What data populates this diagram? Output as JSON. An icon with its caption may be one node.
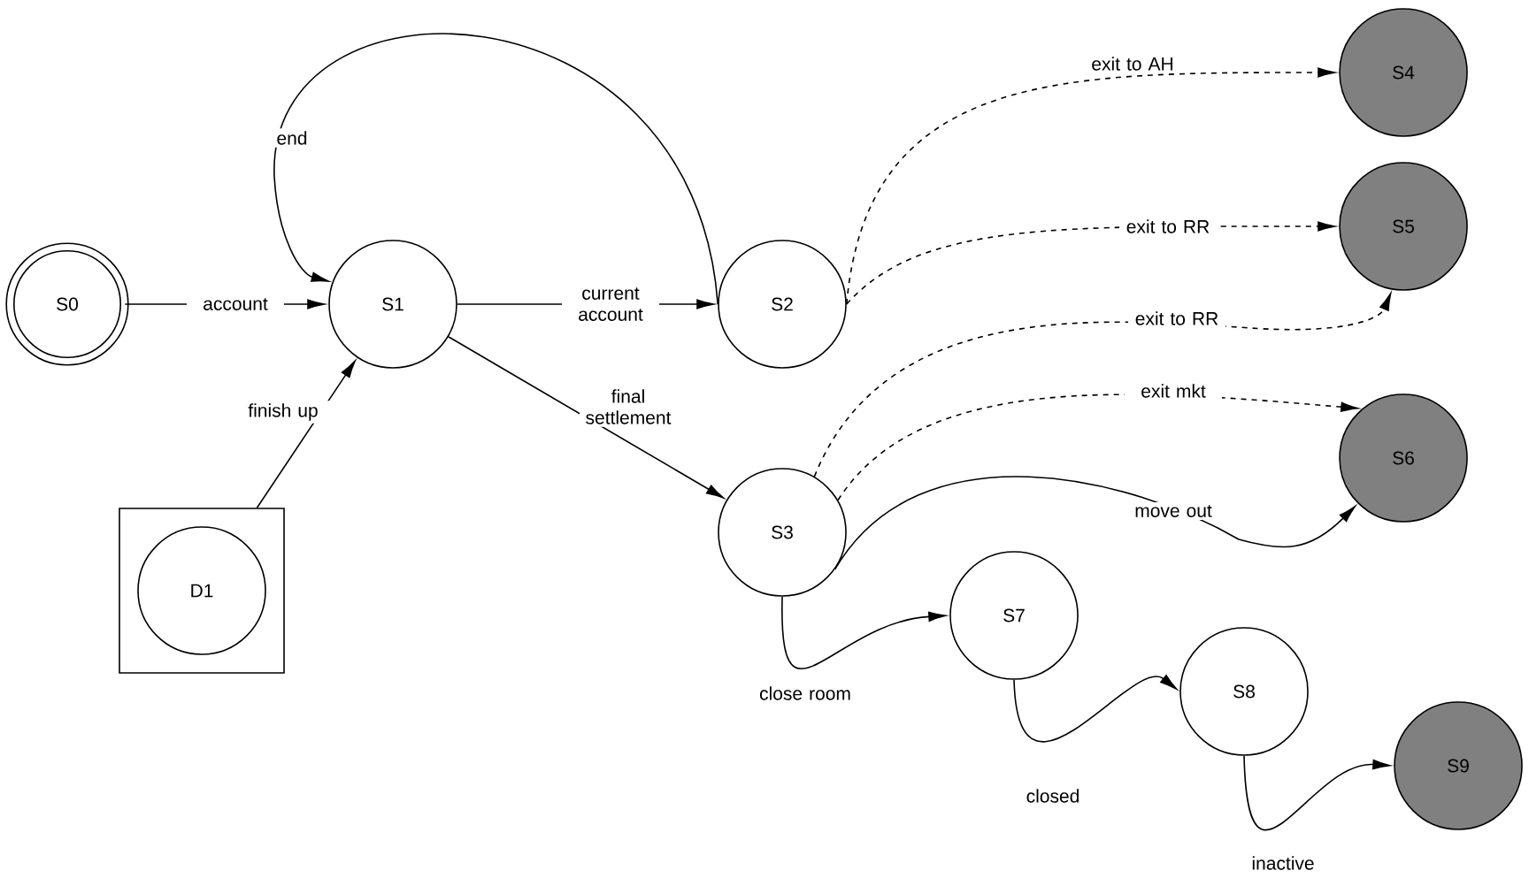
{
  "diagram": {
    "nodes": [
      {
        "text": [
          "S0"
        ]
      },
      {
        "text": [
          "S1"
        ]
      },
      {
        "text": [
          "S2"
        ]
      },
      {
        "text": [
          "S3"
        ]
      },
      {
        "text": [
          "S4"
        ]
      },
      {
        "text": [
          "S5"
        ]
      },
      {
        "text": [
          "S6"
        ]
      },
      {
        "text": [
          "S7"
        ]
      },
      {
        "text": [
          "S8"
        ]
      },
      {
        "text": [
          "S9"
        ]
      },
      {
        "text": [],
        "shape": "box"
      },
      {
        "text": [
          "D1"
        ],
        "in": 10
      }
    ],
    "edges": [
      {
        "from": 0,
        "to": 1,
        "arrow": "to",
        "label": "account"
      },
      {
        "from": 2,
        "to": 1,
        "arrow": "to",
        "label": "end"
      },
      {
        "from": 1,
        "to": 2,
        "arrow": "to",
        "label": "current account"
      },
      {
        "from": 1,
        "to": 3,
        "arrow": "to",
        "label": "final settlement"
      },
      {
        "from": 2,
        "to": 4,
        "arrow": "to",
        "label": "exit to AH",
        "style": "dashed"
      },
      {
        "from": 2,
        "to": 5,
        "arrow": "to",
        "label": "exit to RR",
        "style": "dashed"
      },
      {
        "from": 3,
        "to": 5,
        "arrow": "to",
        "label": "exit to RR",
        "style": "dashed"
      },
      {
        "from": 3,
        "to": 6,
        "arrow": "to",
        "label": "exit mkt",
        "style": "dashed"
      },
      {
        "from": 3,
        "to": 6,
        "arrow": "to",
        "label": "move out"
      },
      {
        "from": 3,
        "to": 7,
        "arrow": "to",
        "label": "close room"
      },
      {
        "from": 7,
        "to": 8,
        "arrow": "to",
        "label": "closed"
      },
      {
        "from": 8,
        "to": 9,
        "arrow": "to",
        "label": "inactive"
      },
      {
        "from": 10,
        "to": 1,
        "arrow": "to",
        "label": "finish up"
      }
    ]
  }
}
